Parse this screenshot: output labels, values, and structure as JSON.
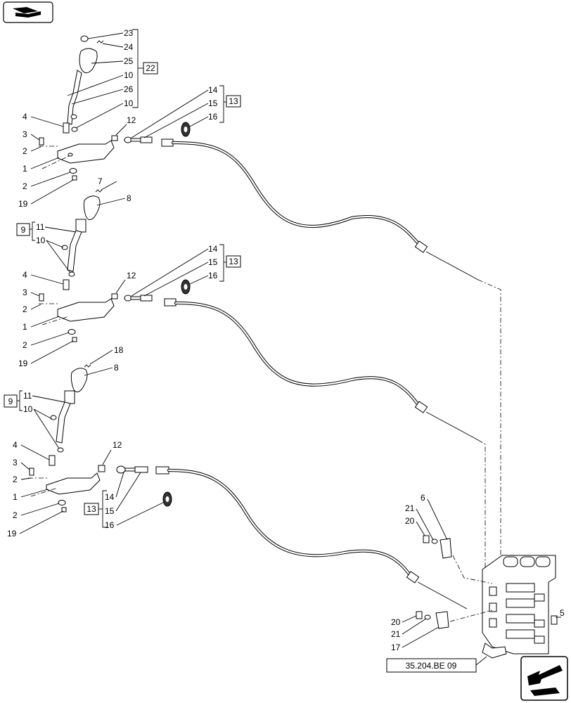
{
  "nav_icon_top": "book-nav-icon",
  "nav_icon_bottom": "arrow-back-icon",
  "reference": "35.204.BE 09",
  "group1": {
    "box22": "22",
    "box13": "13",
    "labels": {
      "l23": "23",
      "l24": "24",
      "l25": "25",
      "l10a": "10",
      "l26": "26",
      "l10b": "10",
      "l4": "4",
      "l3": "3",
      "l2a": "2",
      "l1": "1",
      "l2b": "2",
      "l19": "19",
      "l12": "12",
      "l14": "14",
      "l15": "15",
      "l16": "16"
    }
  },
  "group2": {
    "box9": "9",
    "box13": "13",
    "labels": {
      "l7": "7",
      "l8": "8",
      "l11": "11",
      "l10": "10",
      "l4": "4",
      "l3": "3",
      "l2a": "2",
      "l1": "1",
      "l2b": "2",
      "l19": "19",
      "l12": "12",
      "l14": "14",
      "l15": "15",
      "l16": "16"
    }
  },
  "group3": {
    "box9": "9",
    "box13": "13",
    "labels": {
      "l18": "18",
      "l8": "8",
      "l11": "11",
      "l10": "10",
      "l4": "4",
      "l3": "3",
      "l2a": "2",
      "l1": "1",
      "l2b": "2",
      "l19": "19",
      "l12": "12",
      "l14": "14",
      "l15": "15",
      "l16": "16"
    }
  },
  "valve": {
    "labels": {
      "l6": "6",
      "l21a": "21",
      "l20a": "20",
      "l20b": "20",
      "l21b": "21",
      "l17": "17",
      "l5": "5"
    }
  }
}
